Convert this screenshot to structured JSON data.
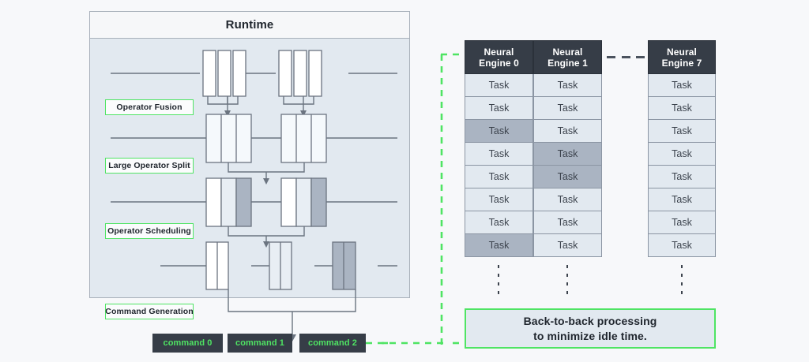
{
  "runtime_panel": {
    "title": "Runtime",
    "stages": [
      {
        "id": "fusion",
        "label": "Operator Fusion"
      },
      {
        "id": "split",
        "label": "Large Operator Split"
      },
      {
        "id": "scheduling",
        "label": "Operator Scheduling"
      },
      {
        "id": "command",
        "label": "Command Generation"
      }
    ]
  },
  "commands": [
    {
      "label": "command 0"
    },
    {
      "label": "command 1"
    },
    {
      "label": "command 2"
    }
  ],
  "engine_table": {
    "task_label": "Task",
    "columns": [
      {
        "id": "engine-0",
        "head_line1": "Neural",
        "head_line2": "Engine 0",
        "busy_rows": [
          3,
          8
        ]
      },
      {
        "id": "engine-1",
        "head_line1": "Neural",
        "head_line2": "Engine 1",
        "busy_rows": [
          4,
          5
        ]
      },
      {
        "id": "engine-7",
        "head_line1": "Neural",
        "head_line2": "Engine 7",
        "busy_rows": []
      }
    ],
    "rows_per_column": 8
  },
  "callout": {
    "line1": "Back-to-back processing",
    "line2": "to minimize idle time."
  },
  "colors": {
    "page_background": "#f7f8fa",
    "panel_background": "#e2e9f0",
    "panel_border": "#a8b0ba",
    "panel_title_background": "#f6f7f9",
    "accent_green": "#4fe463",
    "dark_slate": "#363d47",
    "block_outline": "#6b7480",
    "block_white": "#ffffff",
    "block_light": "#e8eef4",
    "block_gray": "#aab4c2",
    "busy_cell": "#aab4c2",
    "text_dark": "#20262e"
  }
}
